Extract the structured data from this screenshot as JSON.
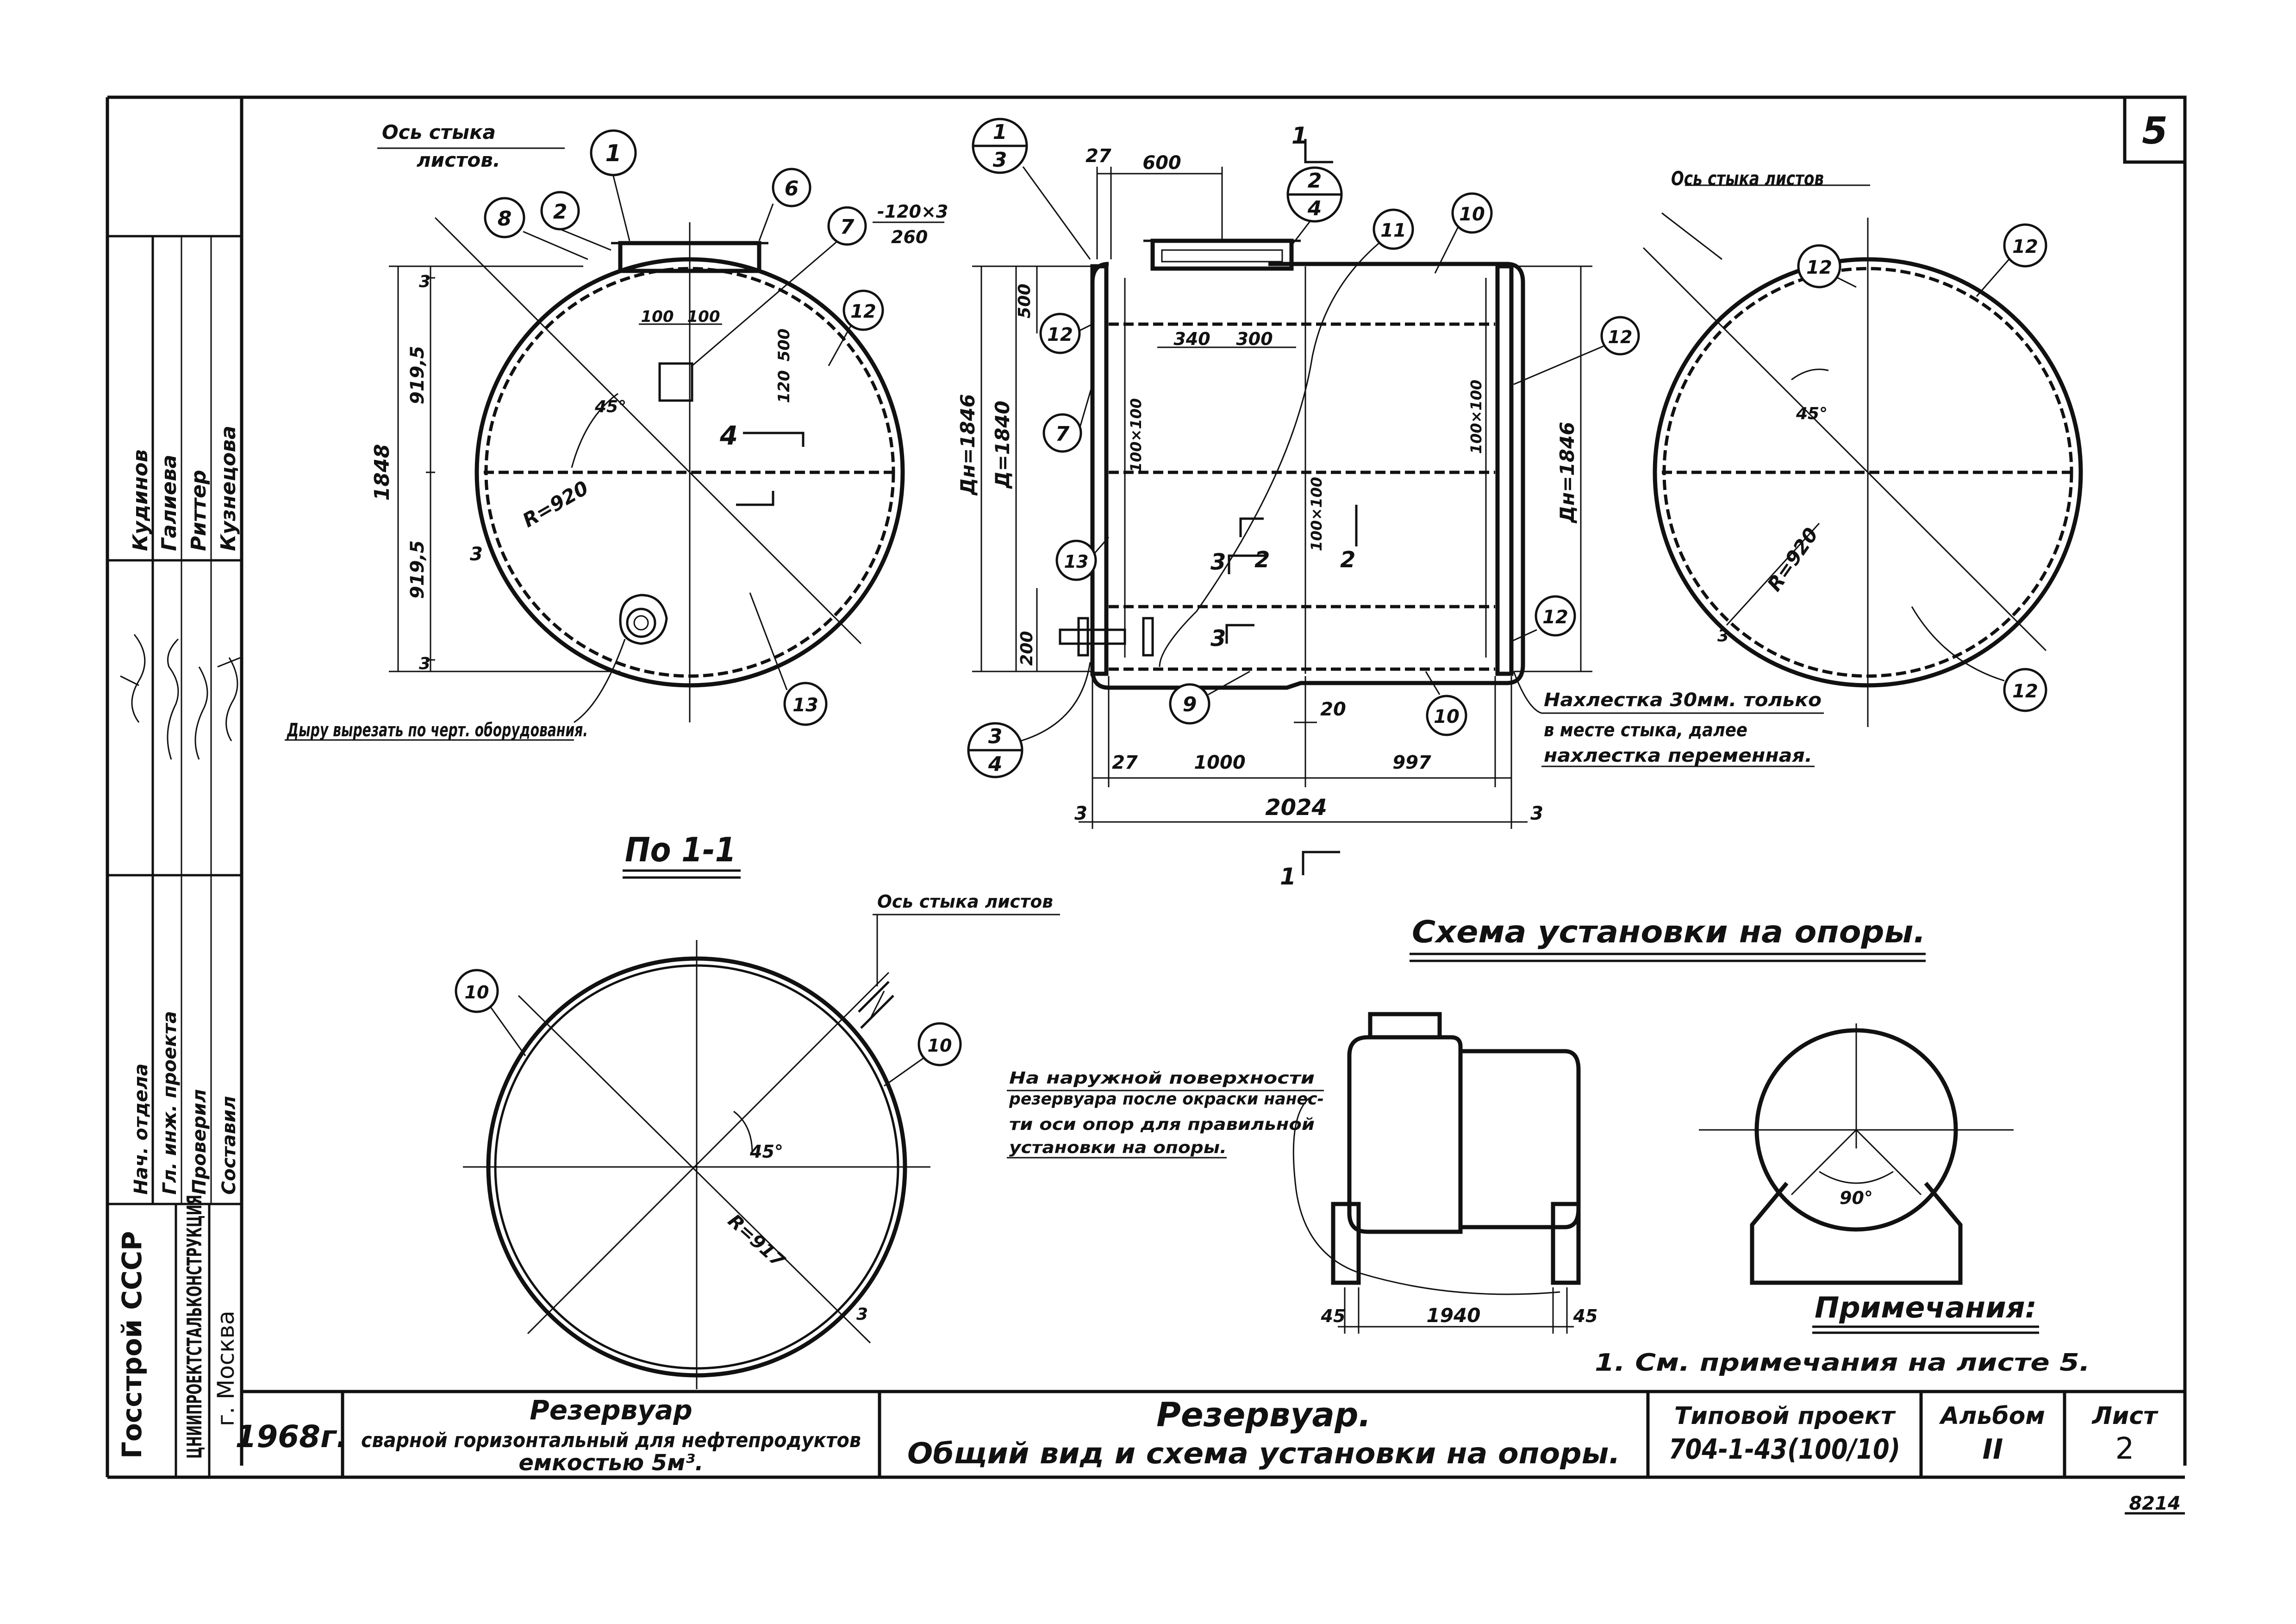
{
  "sheet": {
    "sheet_corner_number": "5",
    "title_block": {
      "year": "1968г.",
      "object_title": "Резервуар",
      "object_subtitle_1": "сварной горизонтальный для нефтепродуктов",
      "object_subtitle_2": "емкостью 5м³.",
      "sheet_title": "Резервуар.",
      "sheet_subtitle": "Общий вид и схема установки на опоры.",
      "project_label": "Типовой проект",
      "project_number": "704-1-43(100/10)",
      "album_label": "Альбом",
      "album_value": "II",
      "sheet_label": "Лист",
      "sheet_value": "2",
      "corner_code": "8214"
    },
    "side_block": {
      "org_1": "Госстрой СССР",
      "org_2": "ЦНИИПРОЕКТСТАЛЬКОНСТРУКЦИЯ",
      "city": "г. Москва",
      "roles": [
        "Нач. отдела",
        "Гл. инж. проекта",
        "Проверил",
        "Составил"
      ],
      "names": [
        "Кудинов",
        "Галиева",
        "Риттер",
        "Кузнецова"
      ]
    }
  },
  "views": {
    "end_view_left": {
      "note_axis": "Ось стыка листов.",
      "note_hole": "Дыру вырезать по черт. оборудования.",
      "dims": {
        "total_height": "1848",
        "upper_half": "919,5",
        "lower_half": "919,5",
        "edge_top": "3",
        "edge_bottom": "3",
        "radius": "R=920",
        "angle": "45°",
        "w100a": "100",
        "w100b": "100",
        "h120": "120",
        "h500": "500",
        "plate": "-120×3",
        "plate_len": "260",
        "cut_mark": "4",
        "side_mark": "3"
      },
      "callouts": [
        "1",
        "2",
        "6",
        "7",
        "8",
        "12",
        "13"
      ]
    },
    "side_view": {
      "section_marker": "1",
      "detail_1": {
        "num": "1",
        "sheet": "3"
      },
      "detail_2": {
        "num": "2",
        "sheet": "4"
      },
      "detail_3": {
        "num": "3",
        "sheet": "4"
      },
      "dims": {
        "d_outer_left": "Дн=1846",
        "d_inner": "Д=1840",
        "d_outer_right": "Дн=1846",
        "top27": "27",
        "top600": "600",
        "w340": "340",
        "w300": "300",
        "h500": "500",
        "h200": "200",
        "rib_a": "100×100",
        "rib_b": "100×100",
        "rib_c": "100×100",
        "gap20": "20",
        "bot27": "27",
        "bot1000": "1000",
        "bot997": "997",
        "total": "2024",
        "edge_l": "3",
        "edge_r": "3",
        "sec2": "2",
        "sec3": "3"
      },
      "note_lap_1": "Нахлестка 30мм. только",
      "note_lap_2": "в месте стыка, далее",
      "note_lap_3": "нахлестка переменная.",
      "callouts": [
        "7",
        "9",
        "10",
        "11",
        "12",
        "12",
        "12",
        "13",
        "10"
      ]
    },
    "end_view_right": {
      "note_axis": "Ось стыка листов",
      "radius": "R=920",
      "angle": "45°",
      "edge": "3",
      "callouts": [
        "12",
        "12",
        "12"
      ]
    },
    "section_1_1": {
      "title": "По 1-1",
      "note_axis": "Ось стыка листов",
      "radius": "R=917",
      "angle": "45°",
      "edge": "3",
      "callouts": [
        "10",
        "10"
      ]
    },
    "support_scheme": {
      "title": "Схема установки на опоры.",
      "note_1": "На наружной поверхности",
      "note_2": "резервуара после окраски нанес-",
      "note_3": "ти оси опор для правильной",
      "note_4": "установки на опоры.",
      "dim_45a": "45",
      "dim_1940": "1940",
      "dim_45b": "45",
      "angle": "90°"
    },
    "notes": {
      "title": "Примечания:",
      "item_1": "1. См. примечания на листе 5."
    }
  }
}
